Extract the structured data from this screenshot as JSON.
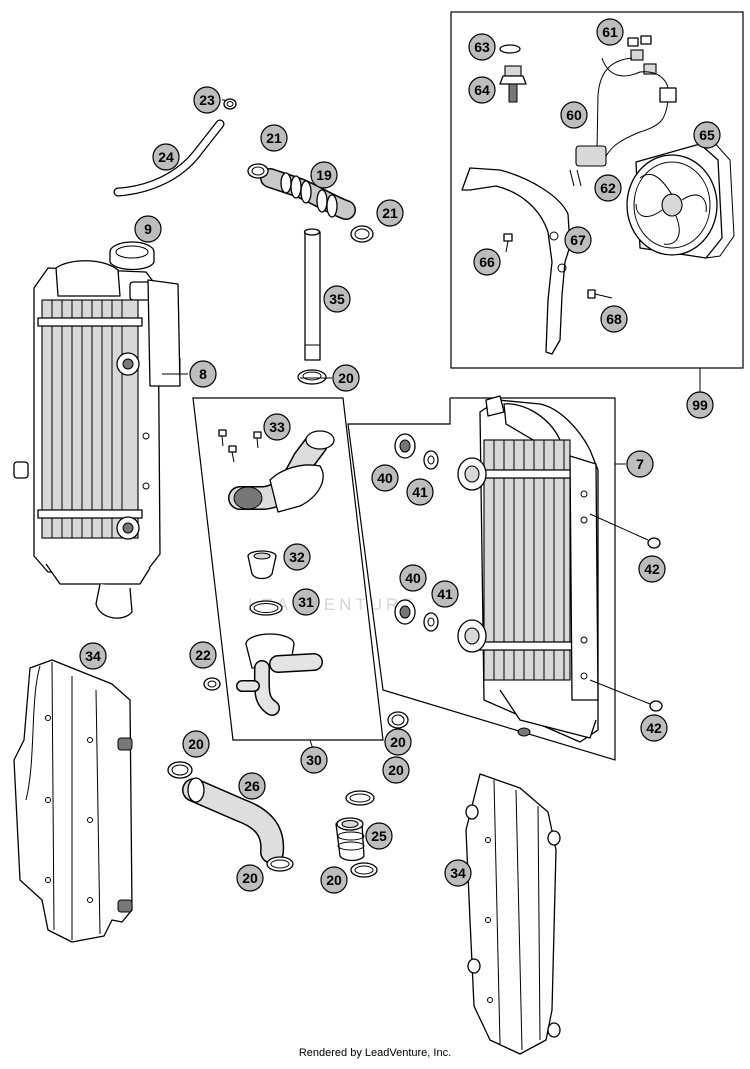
{
  "callouts": {
    "c7": "7",
    "c8": "8",
    "c9": "9",
    "c19": "19",
    "c20a": "20",
    "c20b": "20",
    "c20c": "20",
    "c20d": "20",
    "c20e": "20",
    "c20f": "20",
    "c21a": "21",
    "c21b": "21",
    "c22": "22",
    "c23": "23",
    "c24": "24",
    "c25": "25",
    "c26": "26",
    "c30": "30",
    "c31": "31",
    "c32": "32",
    "c33": "33",
    "c34a": "34",
    "c34b": "34",
    "c35": "35",
    "c40a": "40",
    "c40b": "40",
    "c41a": "41",
    "c41b": "41",
    "c42a": "42",
    "c42b": "42",
    "c60": "60",
    "c61": "61",
    "c62": "62",
    "c63": "63",
    "c64": "64",
    "c65": "65",
    "c66": "66",
    "c67": "67",
    "c68": "68",
    "c99": "99"
  },
  "watermark": "LEADVENTURE",
  "footer": "Rendered by LeadVenture, Inc."
}
